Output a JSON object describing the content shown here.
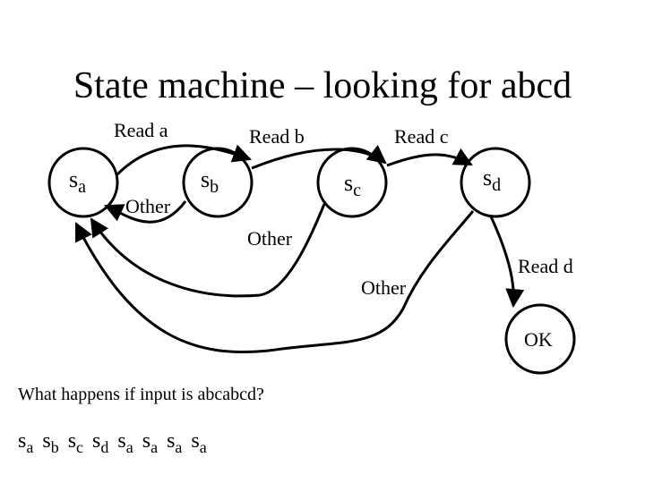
{
  "title": "State machine – looking for abcd",
  "states": [
    {
      "id": "sa",
      "base": "s",
      "sub": "a"
    },
    {
      "id": "sb",
      "base": "s",
      "sub": "b"
    },
    {
      "id": "sc",
      "base": "s",
      "sub": "c"
    },
    {
      "id": "sd",
      "base": "s",
      "sub": "d"
    },
    {
      "id": "ok",
      "label": "OK"
    }
  ],
  "edges": {
    "read_a": "Read a",
    "read_b": "Read b",
    "read_c": "Read c",
    "read_d": "Read d",
    "other_b": "Other",
    "other_c": "Other",
    "other_d": "Other"
  },
  "question": "What happens if input is abcabcd?",
  "sequence": [
    {
      "base": "s",
      "sub": "a"
    },
    {
      "base": "s",
      "sub": "b"
    },
    {
      "base": "s",
      "sub": "c"
    },
    {
      "base": "s",
      "sub": "d"
    },
    {
      "base": "s",
      "sub": "a"
    },
    {
      "base": "s",
      "sub": "a"
    },
    {
      "base": "s",
      "sub": "a"
    },
    {
      "base": "s",
      "sub": "a"
    }
  ]
}
